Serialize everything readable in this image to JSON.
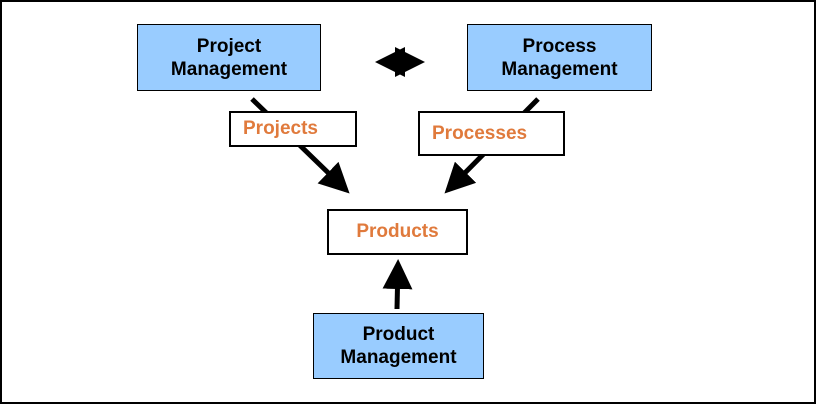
{
  "diagram": {
    "nodes": {
      "project_management": {
        "line1": "Project",
        "line2": "Management"
      },
      "process_management": {
        "line1": "Process",
        "line2": "Management"
      },
      "product_management": {
        "line1": "Product",
        "line2": "Management"
      },
      "projects": {
        "label": "Projects"
      },
      "processes": {
        "label": "Processes"
      },
      "products": {
        "label": "Products"
      }
    },
    "edges": [
      {
        "from": "project_management",
        "to": "products",
        "via": "projects",
        "type": "arrow"
      },
      {
        "from": "process_management",
        "to": "products",
        "via": "processes",
        "type": "arrow"
      },
      {
        "from": "product_management",
        "to": "products",
        "type": "arrow"
      },
      {
        "from": "project_management",
        "to": "process_management",
        "type": "bidirectional-arrow"
      }
    ],
    "colors": {
      "management_fill": "#99ccff",
      "label_text": "#e07a3c",
      "stroke": "#000000"
    }
  }
}
